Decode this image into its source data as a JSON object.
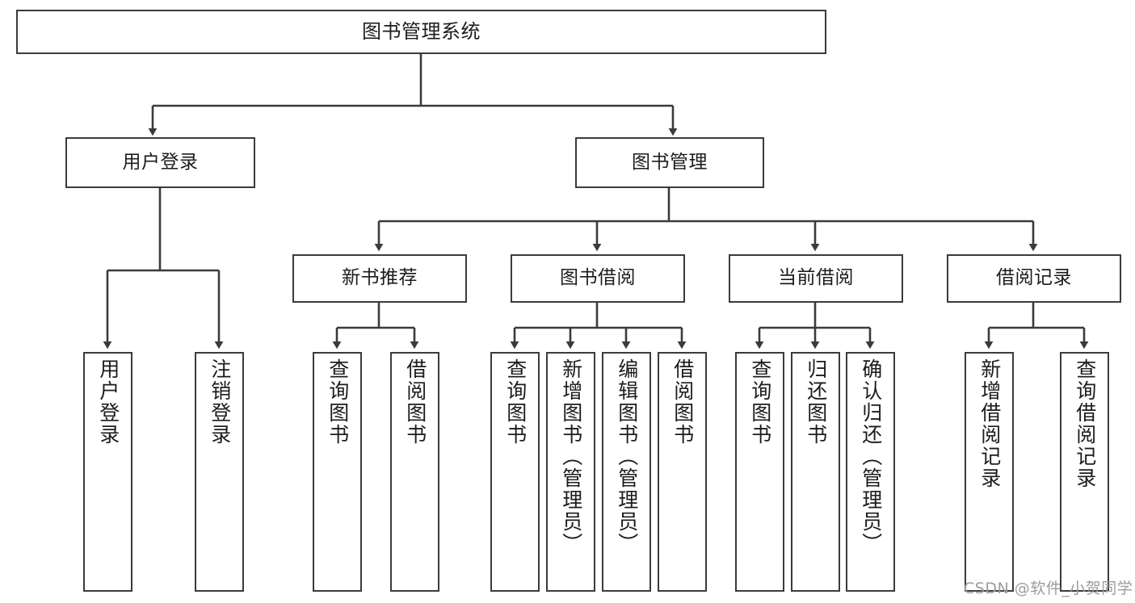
{
  "diagram": {
    "type": "tree-hierarchy",
    "title": "图书管理系统",
    "watermark": "CSDN @软件_小贺同学",
    "colors": {
      "box_border": "#3b3b3b",
      "box_fill": "#ffffff",
      "connector": "#3b3b3b",
      "text": "#1c1c1c",
      "watermark": "#9c9c9c",
      "background": "#ffffff"
    },
    "levels": {
      "root": {
        "label": "图书管理系统"
      },
      "level2": [
        {
          "label": "用户登录"
        },
        {
          "label": "图书管理"
        }
      ],
      "level3": [
        {
          "label": "新书推荐"
        },
        {
          "label": "图书借阅"
        },
        {
          "label": "当前借阅"
        },
        {
          "label": "借阅记录"
        }
      ],
      "leaves": {
        "user_login": [
          {
            "label": "用户登录"
          },
          {
            "label": "注销登录"
          }
        ],
        "new_book": [
          {
            "label": "查询图书"
          },
          {
            "label": "借阅图书"
          }
        ],
        "book_borrow": [
          {
            "label": "查询图书"
          },
          {
            "label": "新增图书（管理员）"
          },
          {
            "label": "编辑图书（管理员）"
          },
          {
            "label": "借阅图书"
          }
        ],
        "current_borrow": [
          {
            "label": "查询图书"
          },
          {
            "label": "归还图书"
          },
          {
            "label": "确认归还（管理员）"
          }
        ],
        "borrow_record": [
          {
            "label": "新增借阅记录"
          },
          {
            "label": "查询借阅记录"
          }
        ]
      }
    }
  }
}
